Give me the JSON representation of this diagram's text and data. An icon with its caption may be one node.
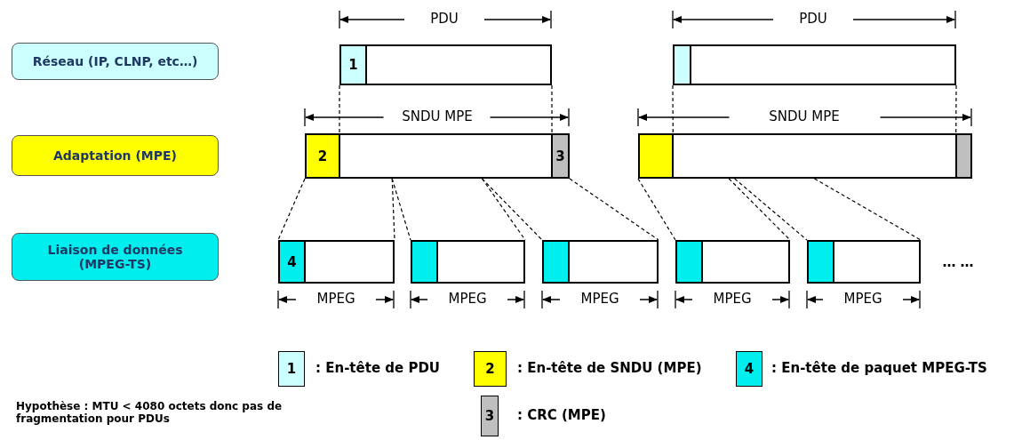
{
  "diagram": {
    "nodes": [
      {
        "text": [
          "Réseau (IP, CLNP, etc…)"
        ]
      },
      {
        "text": [
          "Adaptation (MPE)"
        ]
      },
      {
        "text": [
          "Liaison de données (MPEG-TS)"
        ]
      },
      {
        "text": [
          "1"
        ]
      },
      {
        "text": [],
        "shape": "box"
      },
      {
        "text": [],
        "shape": "box"
      },
      {
        "text": [],
        "shape": "box"
      },
      {
        "text": [
          "2"
        ]
      },
      {
        "text": [],
        "shape": "box"
      },
      {
        "text": [
          "3"
        ]
      },
      {
        "text": [],
        "shape": "box"
      },
      {
        "text": [],
        "shape": "box"
      },
      {
        "text": [],
        "shape": "box"
      },
      {
        "text": [
          "4"
        ]
      },
      {
        "text": [],
        "shape": "box"
      },
      {
        "text": [],
        "shape": "box"
      },
      {
        "text": [],
        "shape": "box"
      },
      {
        "text": [],
        "shape": "box"
      },
      {
        "text": [],
        "shape": "box"
      },
      {
        "text": [],
        "shape": "box"
      },
      {
        "text": [],
        "shape": "box"
      },
      {
        "text": [],
        "shape": "box"
      },
      {
        "text": [],
        "shape": "box"
      }
    ],
    "edges": [
      {
        "from": 3,
        "to": 8,
        "arrow": "none",
        "style": "dashed"
      },
      {
        "from": 4,
        "to": 8,
        "arrow": "none",
        "style": "dashed"
      },
      {
        "from": 5,
        "to": 11,
        "arrow": "none",
        "style": "dashed"
      },
      {
        "from": 6,
        "to": 11,
        "arrow": "none",
        "style": "dashed"
      },
      {
        "from": 7,
        "to": 13,
        "arrow": "none",
        "style": "dashed"
      },
      {
        "from": 8,
        "to": 14,
        "arrow": "none",
        "style": "dashed"
      },
      {
        "from": 8,
        "to": 15,
        "arrow": "none",
        "style": "dashed"
      },
      {
        "from": 8,
        "to": 16,
        "arrow": "none",
        "style": "dashed"
      },
      {
        "from": 8,
        "to": 17,
        "arrow": "none",
        "style": "dashed"
      },
      {
        "from": 9,
        "to": 18,
        "arrow": "none",
        "style": "dashed"
      },
      {
        "from": 10,
        "to": 19,
        "arrow": "none",
        "style": "dashed"
      },
      {
        "from": 11,
        "to": 20,
        "arrow": "none",
        "style": "dashed"
      },
      {
        "from": 11,
        "to": 21,
        "arrow": "none",
        "style": "dashed"
      },
      {
        "from": 11,
        "to": 22,
        "arrow": "none",
        "style": "dashed"
      }
    ],
    "labels": [
      "PDU",
      "PDU",
      "SNDU MPE",
      "SNDU MPE",
      "… …",
      "MPEG",
      "MPEG",
      "MPEG",
      "MPEG",
      "MPEG",
      "1",
      "2",
      "4",
      "3",
      "Hypothèse : MTU < 4080 octets donc pas de fragmentation pour PDUs"
    ],
    "legend": [
      {
        "text": ": En-tête de PDU",
        "color": "#ccffff"
      },
      {
        "text": ": En-tête de SNDU (MPE)",
        "color": "#ffff00"
      },
      {
        "text": ": En-tête de paquet MPEG-TS",
        "color": "#00eeee"
      },
      {
        "text": ": CRC (MPE)",
        "color": "#bfbfbf"
      }
    ]
  }
}
